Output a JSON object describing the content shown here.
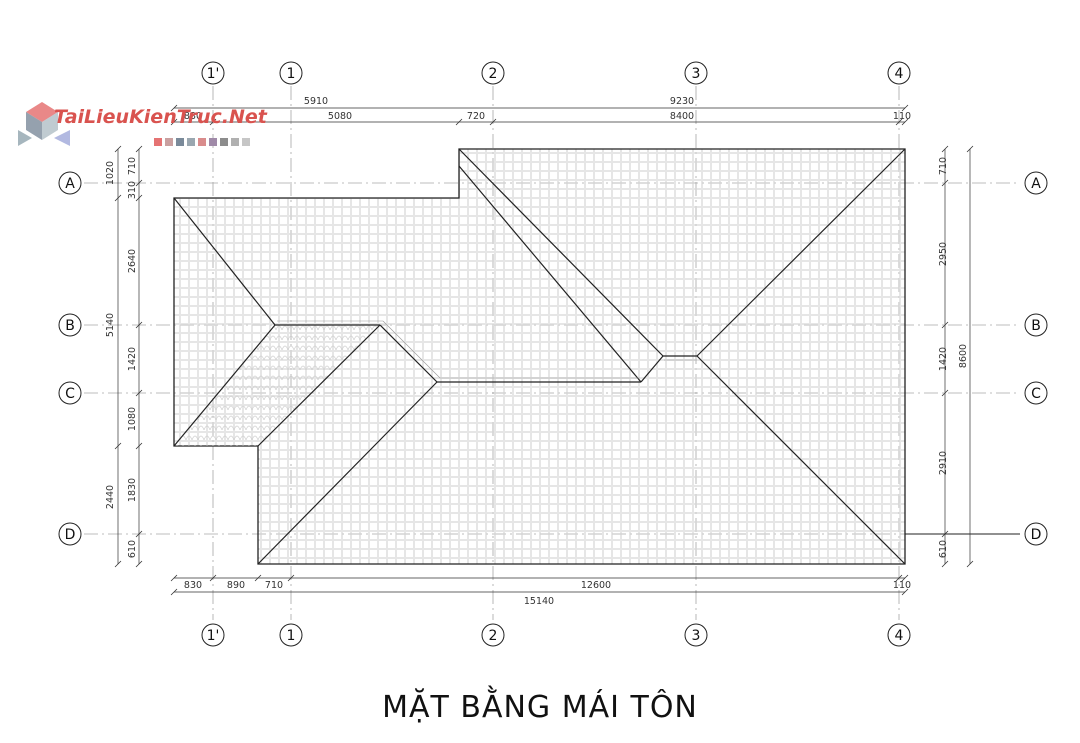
{
  "title": "MẶT BẰNG MÁI TÔN",
  "logo": {
    "text": "TaiLieuKienTruc.Net",
    "swatch_colors": [
      "#e57373",
      "#c9a0a0",
      "#7a8a9a",
      "#9aa7b0",
      "#d98c8c",
      "#a08aa8",
      "#8c8c8c",
      "#b0b0b0",
      "#c6c6c6"
    ]
  },
  "grid": {
    "top_labels": [
      "1'",
      "1",
      "2",
      "3",
      "4"
    ],
    "bottom_labels": [
      "1'",
      "1",
      "2",
      "3",
      "4"
    ],
    "left_labels": [
      "A",
      "B",
      "C",
      "D"
    ],
    "right_labels": [
      "A",
      "B",
      "C",
      "D"
    ]
  },
  "dimensions": {
    "top_row1": [
      "5910",
      "9230"
    ],
    "top_row2": [
      "830",
      "5080",
      "720",
      "8400",
      "110"
    ],
    "bottom_row1": [
      "830",
      "890",
      "710",
      "12600",
      "110"
    ],
    "bottom_row2": [
      "15140"
    ],
    "left_inner": [
      "710",
      "310",
      "2640",
      "1420",
      "1080",
      "1830",
      "610"
    ],
    "left_outer": [
      "1020",
      "5140",
      "2440"
    ],
    "right_inner": [
      "710",
      "2950",
      "1420",
      "2910",
      "610"
    ],
    "right_outer": [
      "8600"
    ]
  },
  "colors": {
    "line": "#222222",
    "axis": "#9a9a9a",
    "tile": "#cfcfcf",
    "dim": "#333333"
  }
}
